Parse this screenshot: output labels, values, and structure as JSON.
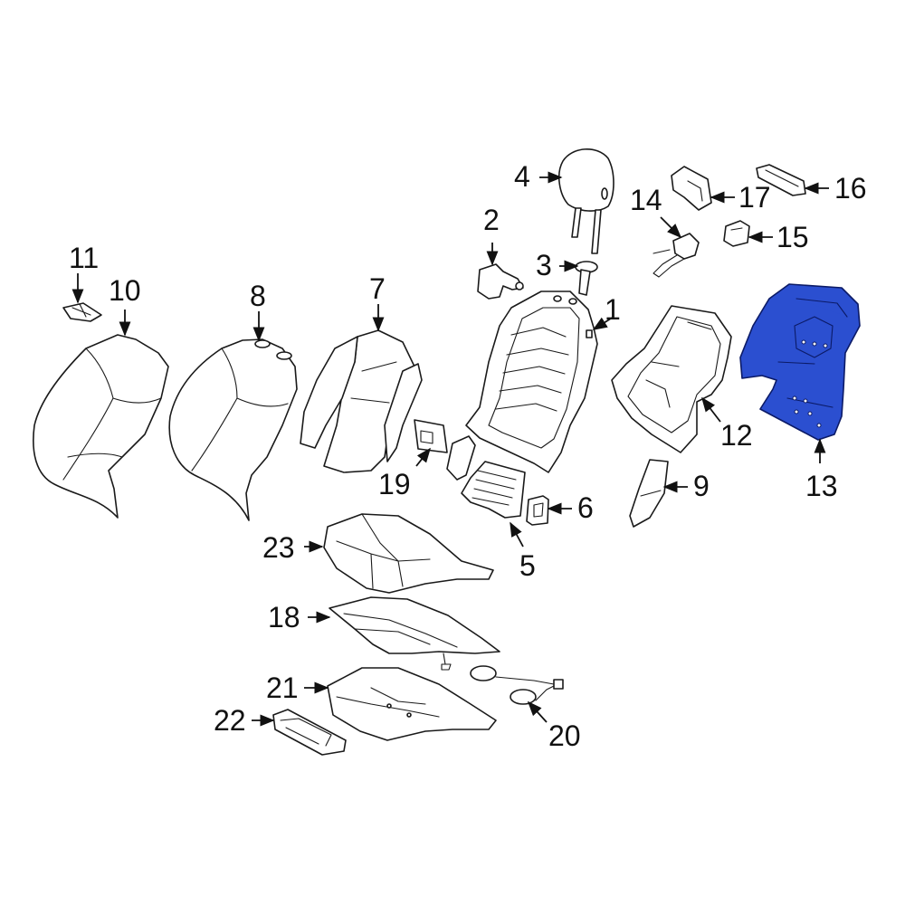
{
  "diagram": {
    "highlight_color": "#2b4fd0",
    "highlighted_part": "13",
    "callouts": [
      {
        "id": "c1",
        "label": "1"
      },
      {
        "id": "c2",
        "label": "2"
      },
      {
        "id": "c3",
        "label": "3"
      },
      {
        "id": "c4",
        "label": "4"
      },
      {
        "id": "c5",
        "label": "5"
      },
      {
        "id": "c6",
        "label": "6"
      },
      {
        "id": "c7",
        "label": "7"
      },
      {
        "id": "c8",
        "label": "8"
      },
      {
        "id": "c9",
        "label": "9"
      },
      {
        "id": "c10",
        "label": "10"
      },
      {
        "id": "c11",
        "label": "11"
      },
      {
        "id": "c12",
        "label": "12"
      },
      {
        "id": "c13",
        "label": "13"
      },
      {
        "id": "c14",
        "label": "14"
      },
      {
        "id": "c15",
        "label": "15"
      },
      {
        "id": "c16",
        "label": "16"
      },
      {
        "id": "c17",
        "label": "17"
      },
      {
        "id": "c18",
        "label": "18"
      },
      {
        "id": "c19",
        "label": "19"
      },
      {
        "id": "c20",
        "label": "20"
      },
      {
        "id": "c21",
        "label": "21"
      },
      {
        "id": "c22",
        "label": "22"
      },
      {
        "id": "c23",
        "label": "23"
      }
    ]
  }
}
